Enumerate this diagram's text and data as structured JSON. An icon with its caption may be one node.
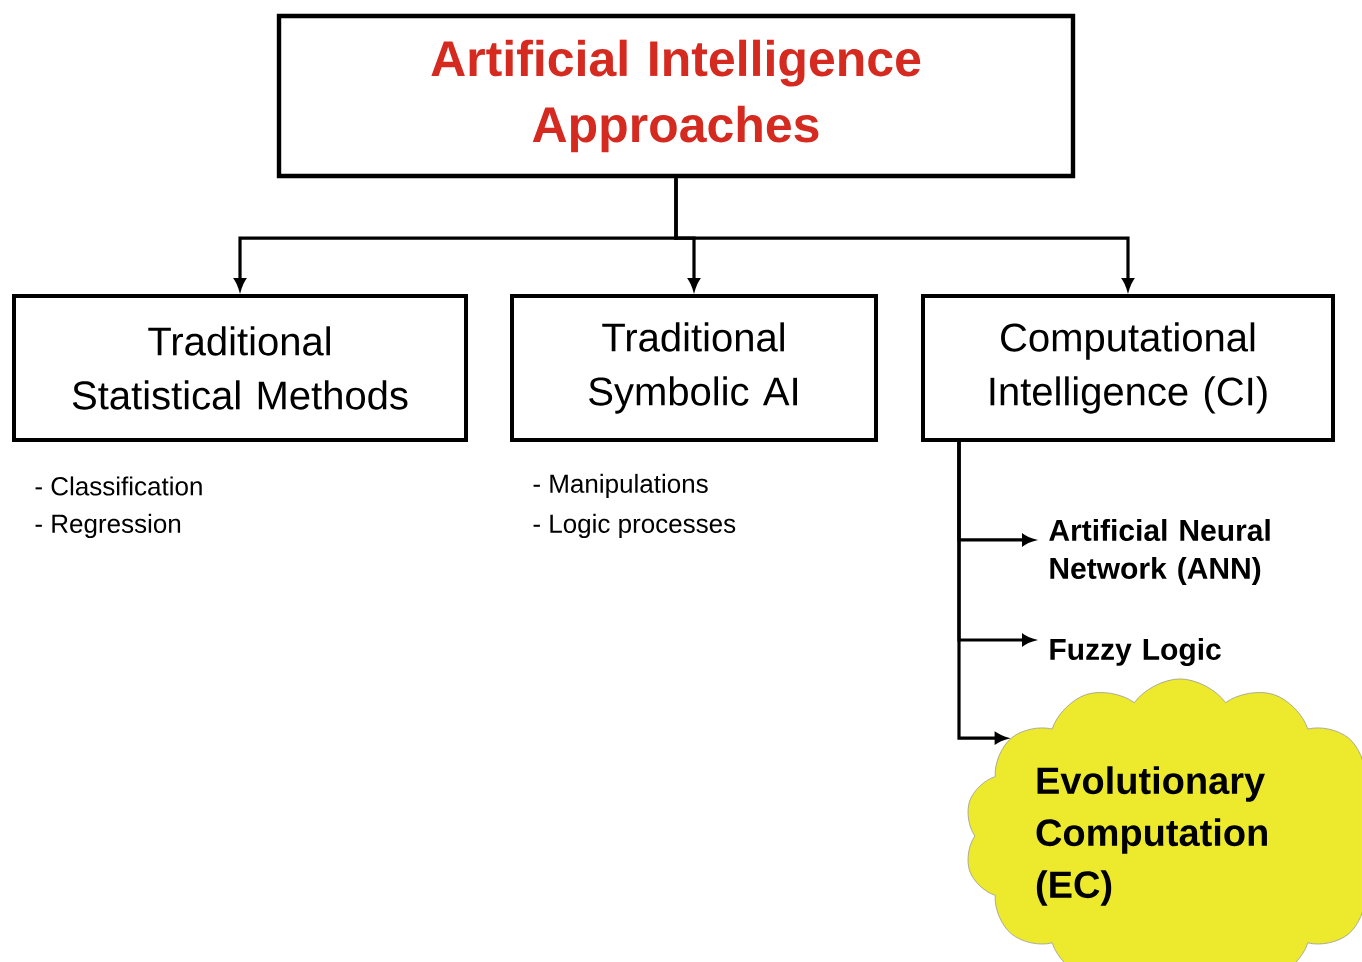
{
  "diagram": {
    "nodes": [
      {
        "text": [
          "Artificial Intelligence Approaches"
        ]
      },
      {
        "text": [
          "Traditional Statistical Methods"
        ],
        "beside": [
          "- Classification",
          "- Regression"
        ]
      },
      {
        "text": [
          "Traditional Symbolic AI"
        ],
        "beside": [
          "- Manipulations",
          "- Logic processes"
        ]
      },
      {
        "text": [
          "Computational Intelligence (CI)"
        ]
      },
      {
        "text": [
          "Artificial Neural Network (ANN)"
        ]
      },
      {
        "text": [
          "Fuzzy Logic"
        ]
      },
      {
        "text": [
          "Evolutionary Computation (EC)"
        ]
      }
    ],
    "edges": [
      {
        "from": 0,
        "to": 1,
        "arrow": "to"
      },
      {
        "from": 0,
        "to": 2,
        "arrow": "to"
      },
      {
        "from": 0,
        "to": 3,
        "arrow": "to"
      },
      {
        "from": 3,
        "to": 4,
        "arrow": "to"
      },
      {
        "from": 3,
        "to": 5,
        "arrow": "to"
      },
      {
        "from": 3,
        "to": 6,
        "arrow": "to"
      }
    ]
  }
}
